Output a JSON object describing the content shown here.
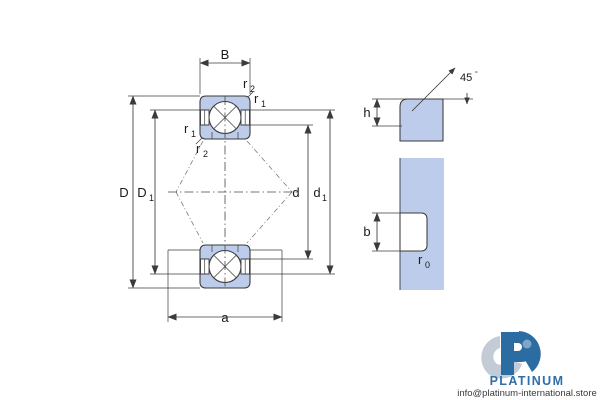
{
  "figure": {
    "kind": "bearing-cross-section-technical-drawing",
    "background_color": "#ffffff",
    "metal_fill_color": "#bcccea",
    "line_color": "#3b3b3b",
    "centerline_color": "#4a4a4a"
  },
  "main_view": {
    "name": "four-point-contact-ball-bearing-section",
    "dimensions": {
      "width": {
        "label": "B",
        "name": "bearing-width"
      },
      "outer_diameter": {
        "label": "D",
        "name": "outer-diameter"
      },
      "outer_raceway_diameter": {
        "label": "D",
        "sub": "1",
        "name": "outer-raceway-diameter"
      },
      "bore_diameter": {
        "label": "d",
        "name": "bore-diameter"
      },
      "inner_raceway_diameter": {
        "label": "d",
        "sub": "1",
        "name": "inner-raceway-diameter"
      },
      "overall_length": {
        "label": "a",
        "name": "overall-length"
      }
    },
    "chamfer_callouts": [
      {
        "label": "r",
        "sub": "2",
        "name": "chamfer-r2-top"
      },
      {
        "label": "r",
        "sub": "1",
        "name": "chamfer-r1-top-right"
      },
      {
        "label": "r",
        "sub": "1",
        "name": "chamfer-r1-left"
      },
      {
        "label": "r",
        "sub": "2",
        "name": "chamfer-r2-left-lower"
      }
    ]
  },
  "detail_chamfer": {
    "name": "chamfer-detail-45deg",
    "angle_label": "45",
    "angle_unit": "°",
    "height_label": "h"
  },
  "detail_groove": {
    "name": "snap-ring-groove-detail",
    "width_label": "b",
    "radius_label": "r",
    "radius_sub": "0"
  },
  "watermark": {
    "name": "platinum-watermark",
    "brand": "PLATINUM",
    "email": "info@platinum-international.store",
    "brand_color": "#2f6fa8",
    "logo_color_dark": "#2b6ca3",
    "logo_color_light": "#c3ccd6"
  }
}
